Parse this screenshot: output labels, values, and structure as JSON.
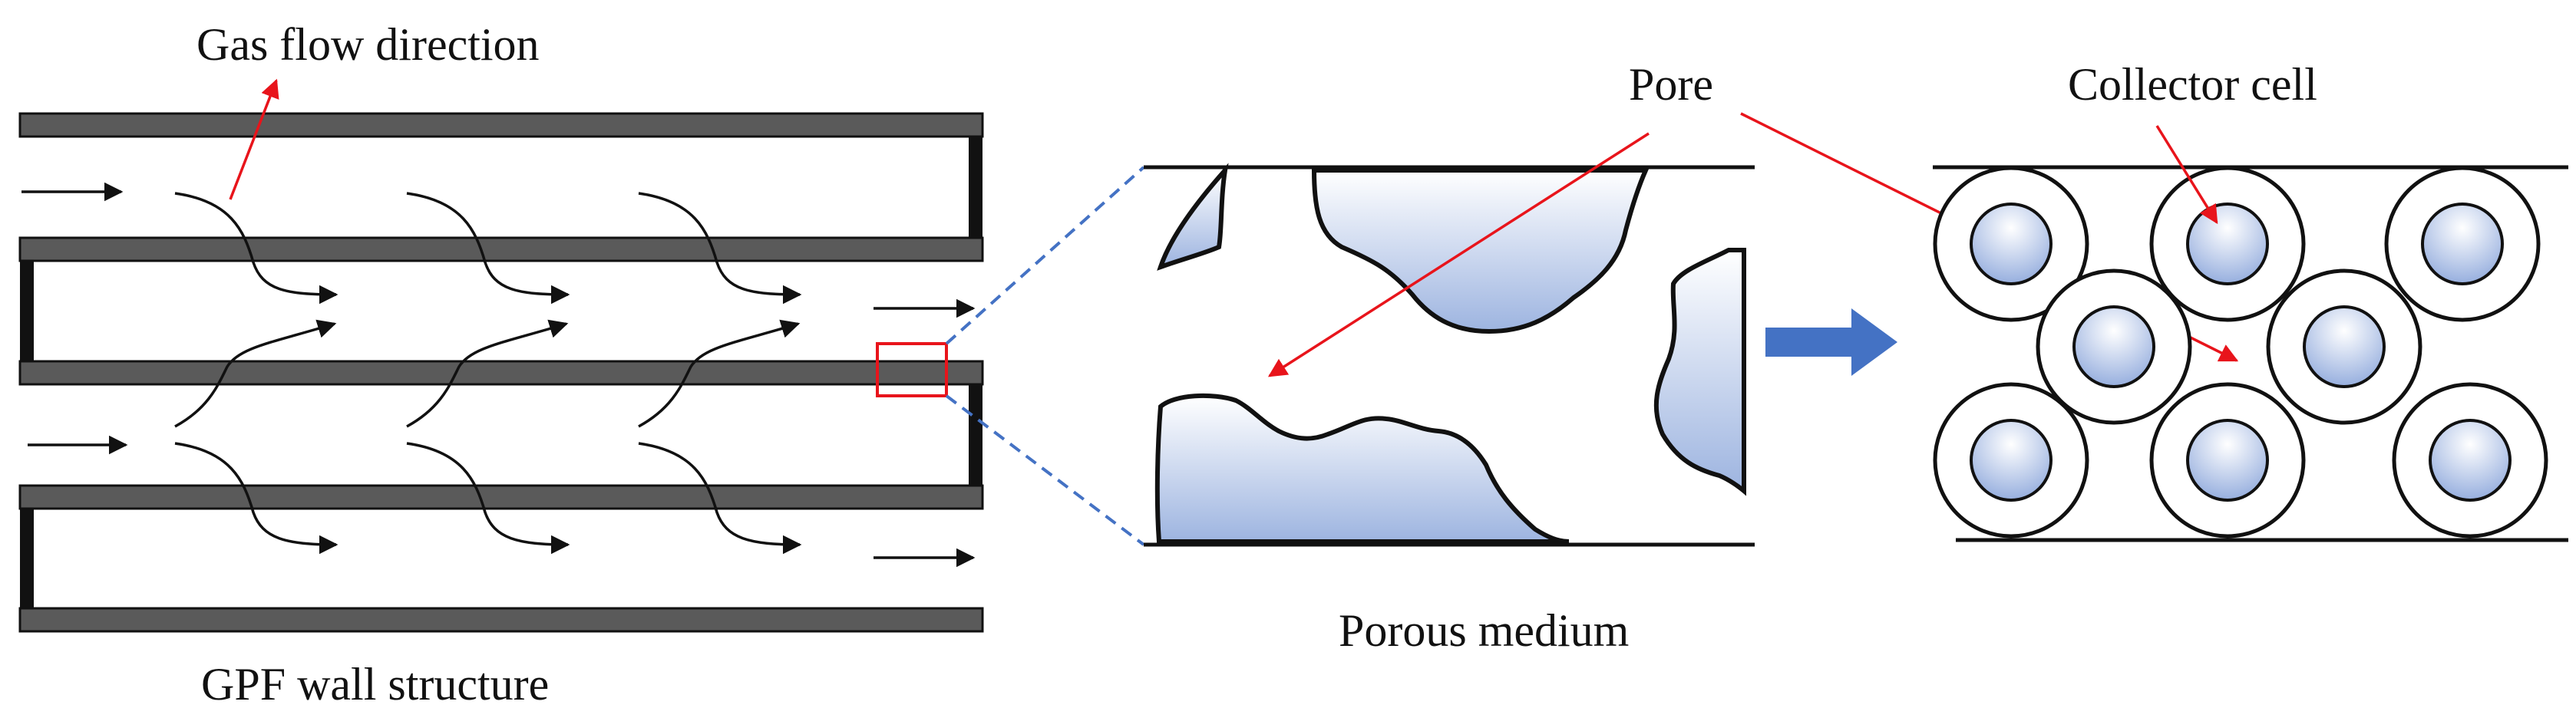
{
  "labels": {
    "gas_flow_direction": "Gas flow direction",
    "gpf_wall_structure": "GPF wall structure",
    "porous_medium": "Porous medium",
    "pore": "Pore",
    "collector_cell": "Collector cell"
  },
  "colors": {
    "wall": "#5a5a5a",
    "outline": "#111111",
    "annotation": "#e8141b",
    "zoom_link": "#4472c4",
    "transition_arrow": "#4472c4",
    "pore_fill_light": "#ffffff",
    "pore_fill_dark": "#9db4e0"
  }
}
